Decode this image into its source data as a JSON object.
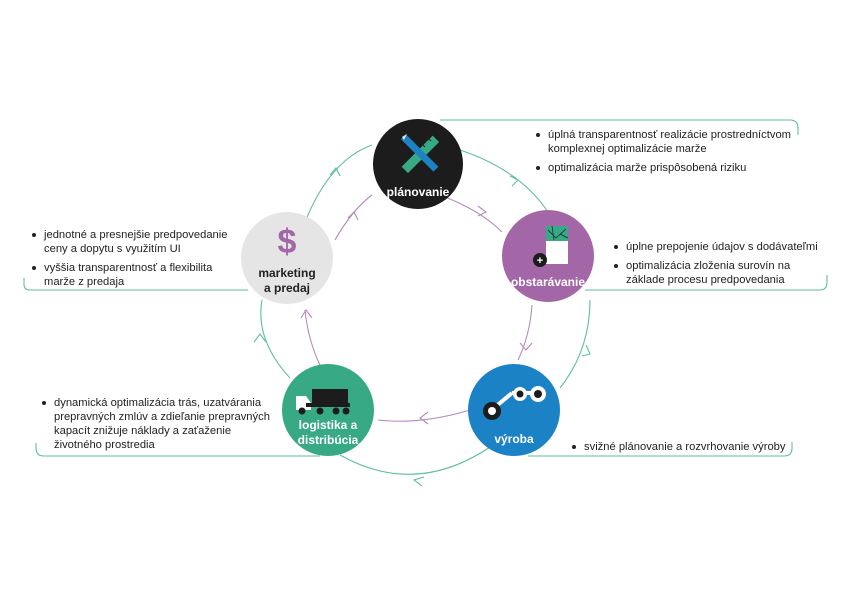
{
  "colors": {
    "planovanie": "#1c1c1c",
    "obstaravanie": "#a367a8",
    "vyroba": "#1c82c6",
    "logistika": "#38a985",
    "marketing": "#e5e5e5",
    "green_line": "#5ebf9d",
    "purple_line": "#b589be",
    "bracket": "#5ebf9d"
  },
  "nodes": {
    "planovanie": {
      "label": "plánovanie",
      "icon": "pencil-ruler-icon"
    },
    "obstaravanie": {
      "label": "obstarávanie",
      "icon": "map-document-icon"
    },
    "vyroba": {
      "label": "výroba",
      "icon": "robot-arm-icon"
    },
    "logistika": {
      "label": "logistika a\ndistribúcia",
      "icon": "truck-icon"
    },
    "marketing": {
      "label": "marketing\na predaj",
      "icon": "dollar-icon"
    }
  },
  "bullets": {
    "planovanie": [
      "úplná transparentnosť realizácie prostredníctvom komplexnej optimalizácie marže",
      "optimalizácia marže prispôsobená riziku"
    ],
    "obstaravanie": [
      "úplne prepojenie údajov s dodávateľmi",
      "optimalizácia zloženia surovín na základe procesu predpovedania"
    ],
    "vyroba": [
      "svižné plánovanie a rozvrhovanie výroby"
    ],
    "logistika": [
      "dynamická optimalizácia trás, uzatvárania prepravných zmlúv a zdieľanie prepravných kapacít znižuje náklady a zaťaženie životného prostredia"
    ],
    "marketing": [
      "jednotné a presnejšie predpovedanie ceny a dopytu s využitím UI",
      "vyššia transparentnosť a flexibilita marže z predaja"
    ]
  }
}
